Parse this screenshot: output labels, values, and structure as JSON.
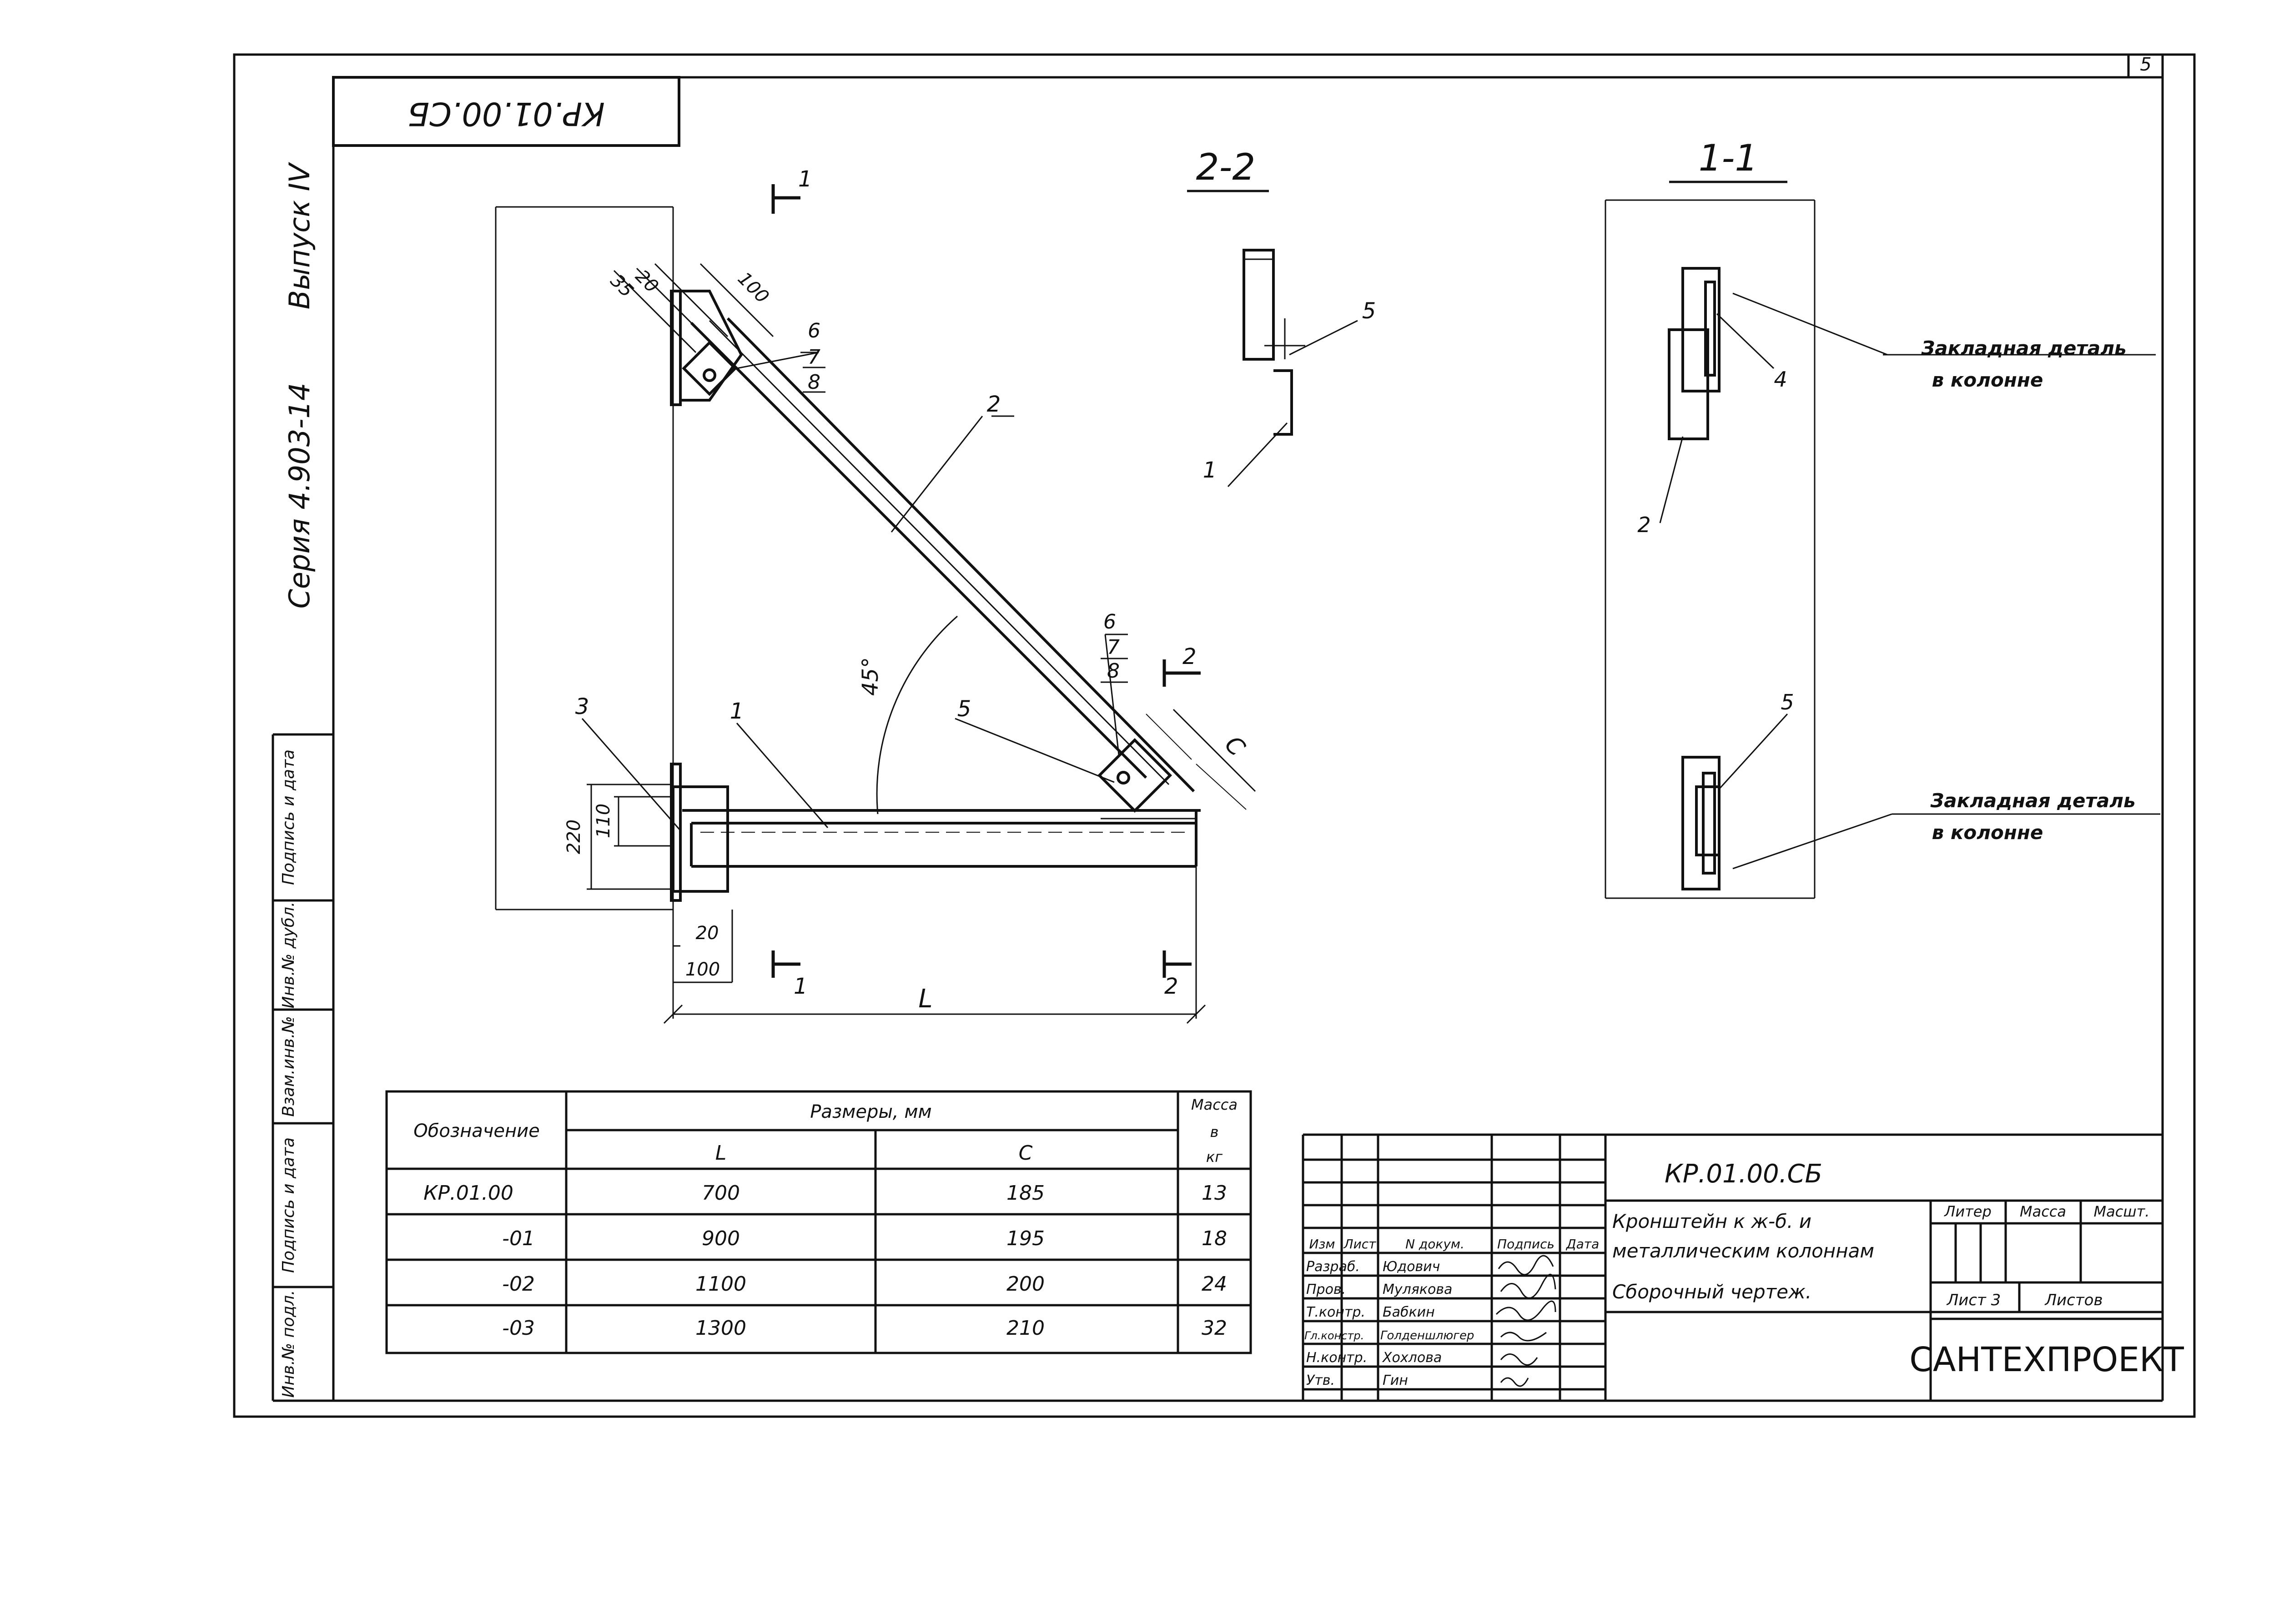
{
  "sheet_number": "5",
  "stamp_code": "КР.01.00.СБ",
  "side_series": "Серия 4.903-14",
  "side_issue": "Выпуск IV",
  "side_cells": [
    "Подпись и дата",
    "Инв.№ дубл.",
    "Взам.инв.№",
    "Подпись и дата",
    "Инв.№ подл."
  ],
  "section_2": "2-2",
  "section_1": "1-1",
  "cut_marks": {
    "top_1": "1",
    "bottom_1": "1",
    "right_2": "2",
    "bottom_2": "2"
  },
  "callouts": {
    "p1": "1",
    "p2": "2",
    "p3": "3",
    "p5": "5",
    "p6_top": "6",
    "p7_top": "7",
    "p8_top": "8",
    "p6_bot": "6",
    "p7_bot": "7",
    "p8_bot": "8",
    "s2_p5": "5",
    "s2_p1": "1",
    "s1_p4": "4",
    "s1_p2": "2",
    "s1_p5": "5"
  },
  "dims": {
    "d35": "35",
    "d20_top": "20",
    "d100_top": "100",
    "angle": "45°",
    "d220": "220",
    "d110": "110",
    "d20_bot": "20",
    "d100_bot": "100",
    "L": "L",
    "C": "C"
  },
  "embedded_part_1": [
    "Закладная деталь",
    "в колонне"
  ],
  "embedded_part_2": [
    "Закладная деталь",
    "в колонне"
  ],
  "spec_table": {
    "header_designation": "Обозначение",
    "header_dimensions": "Размеры, мм",
    "header_mass": [
      "Масса",
      "в",
      "кг"
    ],
    "col_L": "L",
    "col_C": "C",
    "rows": [
      {
        "designation": "КР.01.00",
        "L": "700",
        "C": "185",
        "mass": "13"
      },
      {
        "designation": "-01",
        "L": "900",
        "C": "195",
        "mass": "18"
      },
      {
        "designation": "-02",
        "L": "1100",
        "C": "200",
        "mass": "24"
      },
      {
        "designation": "-03",
        "L": "1300",
        "C": "210",
        "mass": "32"
      }
    ]
  },
  "title_block": {
    "doc_code": "КР.01.00.СБ",
    "title_line1": "Кронштейн к ж-б. и",
    "title_line2": "металлическим колоннам",
    "doc_type": "Сборочный чертеж.",
    "h_izm": "Изм",
    "h_list": "Лист",
    "h_ndoc": "N докум.",
    "h_sign": "Подпись",
    "h_date": "Дата",
    "people": [
      {
        "role": "Разраб.",
        "name": "Юдович"
      },
      {
        "role": "Пров.",
        "name": "Мулякова"
      },
      {
        "role": "Т.контр.",
        "name": "Бабкин"
      },
      {
        "role": "Гл.констр.",
        "name": "Голденшлюгер"
      },
      {
        "role": "Н.контр.",
        "name": "Хохлова"
      },
      {
        "role": "Утв.",
        "name": "Гин"
      }
    ],
    "h_liter": "Литер",
    "h_massa": "Масса",
    "h_masht": "Масшт.",
    "sheet_label": "Лист 3",
    "sheets_label": "Листов",
    "org": "САНТЕХПРОЕКТ"
  }
}
